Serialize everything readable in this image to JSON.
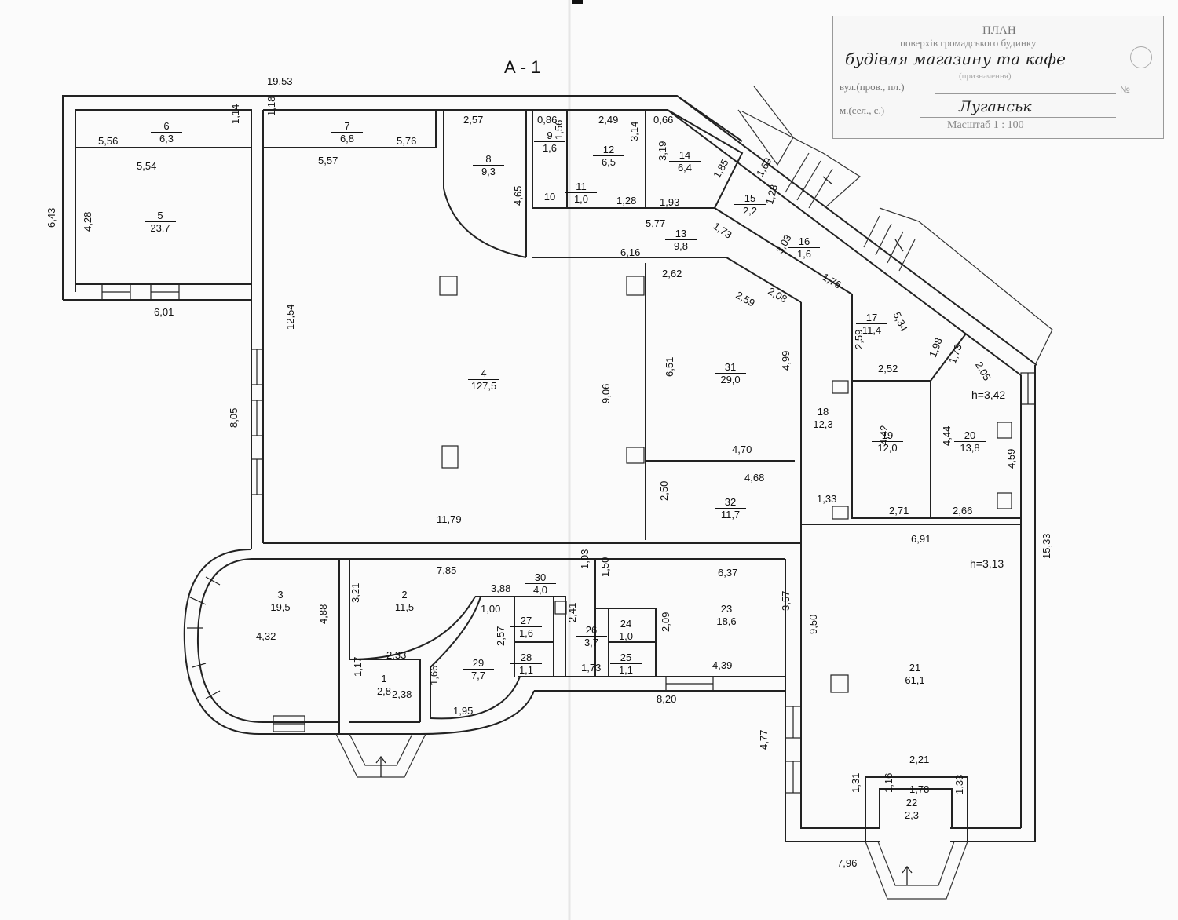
{
  "sheet_label": "А - 1",
  "stamp": {
    "heading": "ПЛАН",
    "subheading": "поверхів громадського будинку",
    "building": "будівля магазину та кафе",
    "purpose_caption": "(призначення)",
    "street_label": "вул.(пров., пл.)",
    "number_mark": "№",
    "city_label": "м.(сел., с.)",
    "city": "Луганськ",
    "scale": "Масштаб 1 : 100"
  },
  "rooms": [
    {
      "no": "1",
      "area": "2,8"
    },
    {
      "no": "2",
      "area": "11,5"
    },
    {
      "no": "3",
      "area": "19,5"
    },
    {
      "no": "4",
      "area": "127,5"
    },
    {
      "no": "5",
      "area": "23,7"
    },
    {
      "no": "6",
      "area": "6,3"
    },
    {
      "no": "7",
      "area": "6,8"
    },
    {
      "no": "8",
      "area": "9,3"
    },
    {
      "no": "9",
      "area": "1,6"
    },
    {
      "no": "10",
      "area": ""
    },
    {
      "no": "11",
      "area": "1,0"
    },
    {
      "no": "12",
      "area": "6,5"
    },
    {
      "no": "13",
      "area": "9,8"
    },
    {
      "no": "14",
      "area": "6,4"
    },
    {
      "no": "15",
      "area": "2,2"
    },
    {
      "no": "16",
      "area": "1,6"
    },
    {
      "no": "17",
      "area": "11,4"
    },
    {
      "no": "18",
      "area": "12,3"
    },
    {
      "no": "19",
      "area": "12,0"
    },
    {
      "no": "20",
      "area": "13,8"
    },
    {
      "no": "21",
      "area": "61,1"
    },
    {
      "no": "22",
      "area": "2,3"
    },
    {
      "no": "23",
      "area": "18,6"
    },
    {
      "no": "24",
      "area": "1,0"
    },
    {
      "no": "25",
      "area": "1,1"
    },
    {
      "no": "26",
      "area": "3,7"
    },
    {
      "no": "27",
      "area": "1,6"
    },
    {
      "no": "28",
      "area": "1,1"
    },
    {
      "no": "29",
      "area": "7,7"
    },
    {
      "no": "30",
      "area": "4,0"
    },
    {
      "no": "31",
      "area": "29,0"
    },
    {
      "no": "32",
      "area": "11,7"
    }
  ],
  "heights": [
    "h=3,42",
    "h=3,13"
  ],
  "dimensions": [
    "19,53",
    "5,56",
    "1,14",
    "1,18",
    "5,76",
    "2,57",
    "0,86",
    "2,49",
    "0,66",
    "5,54",
    "5,57",
    "1,56",
    "3,14",
    "3,19",
    "6,43",
    "4,28",
    "4,65",
    "1,28",
    "1,93",
    "1,85",
    "1,69",
    "1,28",
    "1,73",
    "5,77",
    "6,01",
    "6,16",
    "2,62",
    "3,03",
    "1,76",
    "2,59",
    "2,08",
    "5,34",
    "12,54",
    "6,51",
    "4,99",
    "2,59",
    "2,52",
    "1,98",
    "1,73",
    "2,05",
    "9,06",
    "8,05",
    "4,70",
    "4,68",
    "4,42",
    "4,44",
    "4,59",
    "2,50",
    "1,33",
    "2,71",
    "2,66",
    "11,79",
    "6,91",
    "15,33",
    "7,85",
    "1,03",
    "1,50",
    "6,37",
    "3,88",
    "1,00",
    "3,21",
    "4,88",
    "4,32",
    "2,41",
    "3,57",
    "2,57",
    "2,09",
    "9,50",
    "2,33",
    "1,73",
    "4,39",
    "1,17",
    "2,38",
    "1,66",
    "1,95",
    "8,20",
    "4,77",
    "2,21",
    "1,78",
    "1,31",
    "1,16",
    "1,33",
    "7,96"
  ]
}
